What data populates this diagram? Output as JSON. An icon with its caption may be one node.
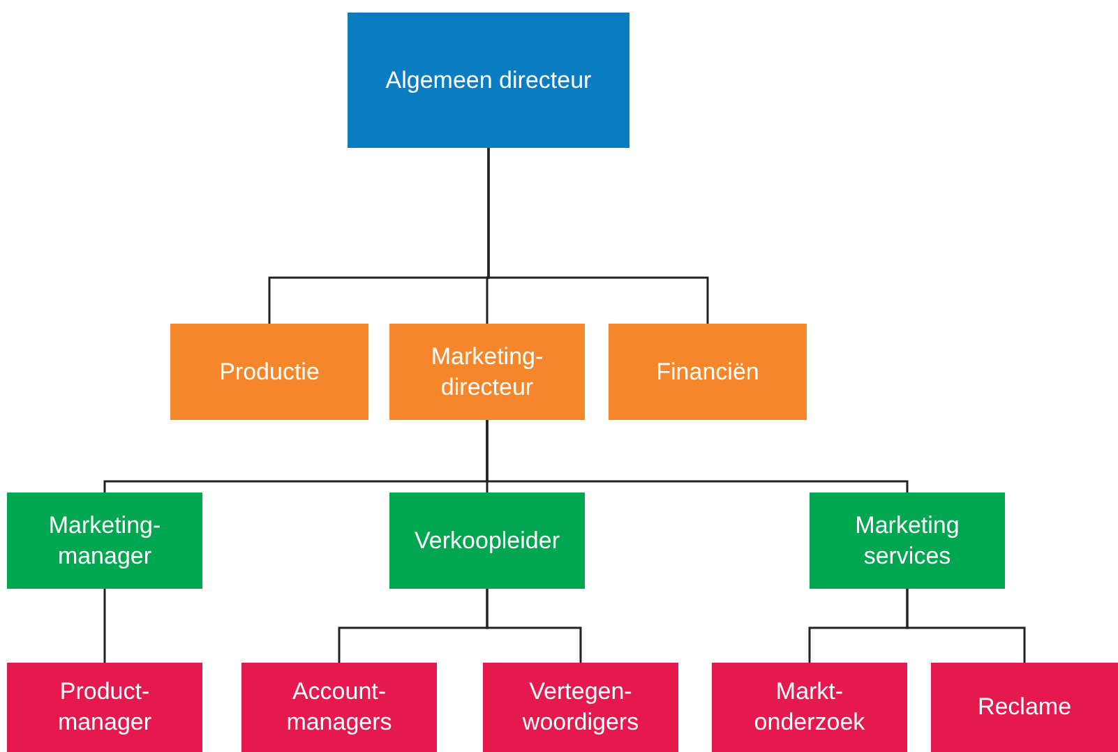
{
  "diagram": {
    "nodes": [
      {
        "text": [
          "Algemeen directeur"
        ]
      },
      {
        "text": [
          "Productie"
        ]
      },
      {
        "text": [
          "Marketing-directeur"
        ]
      },
      {
        "text": [
          "Financiën"
        ]
      },
      {
        "text": [
          "Marketing-manager"
        ]
      },
      {
        "text": [
          "Verkoopleider"
        ]
      },
      {
        "text": [
          "Marketing services"
        ]
      },
      {
        "text": [
          "Product-manager"
        ]
      },
      {
        "text": [
          "Account-managers"
        ]
      },
      {
        "text": [
          "Vertegen-woordigers"
        ]
      },
      {
        "text": [
          "Markt-onderzoek"
        ]
      },
      {
        "text": [
          "Reclame"
        ]
      }
    ],
    "edges": [
      {
        "from": 0,
        "to": 1,
        "arrow": "none"
      },
      {
        "from": 0,
        "to": 2,
        "arrow": "none"
      },
      {
        "from": 0,
        "to": 3,
        "arrow": "none"
      },
      {
        "from": 2,
        "to": 4,
        "arrow": "none"
      },
      {
        "from": 2,
        "to": 5,
        "arrow": "none"
      },
      {
        "from": 2,
        "to": 6,
        "arrow": "none"
      },
      {
        "from": 4,
        "to": 7,
        "arrow": "none"
      },
      {
        "from": 5,
        "to": 8,
        "arrow": "none"
      },
      {
        "from": 5,
        "to": 9,
        "arrow": "none"
      },
      {
        "from": 6,
        "to": 10,
        "arrow": "none"
      },
      {
        "from": 6,
        "to": 11,
        "arrow": "none"
      }
    ]
  }
}
